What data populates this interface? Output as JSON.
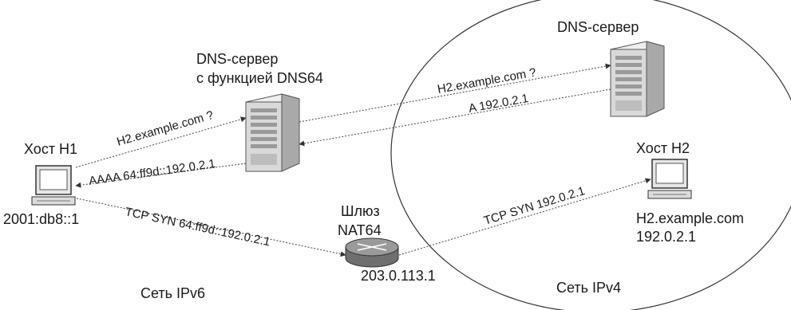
{
  "networks": {
    "ipv6_label": "Сеть IPv6",
    "ipv4_label": "Сеть IPv4"
  },
  "dns64": {
    "title_line1": "DNS-сервер",
    "title_line2": "с функцией DNS64"
  },
  "dns_server": {
    "title": "DNS-сервер"
  },
  "host1": {
    "title": "Хост H1",
    "address": "2001:db8::1"
  },
  "host2": {
    "title": "Хост H2",
    "name": "H2.example.com",
    "address": "192.0.2.1"
  },
  "gateway": {
    "title_line1": "Шлюз",
    "title_line2": "NAT64",
    "address": "203.0.113.1"
  },
  "messages": {
    "h1_query": "H2.example.com ?",
    "h1_reply": "AAAA 64:ff9d::192.0.2.1",
    "dns_query": "H2.example.com ?",
    "dns_reply": "A 192.0.2.1",
    "syn_v6": "TCP SYN 64:ff9d::192.0.2.1",
    "syn_v4": "TCP SYN 192.0.2.1"
  },
  "colors": {
    "line": "#444444",
    "server_body": "#d9d9d9",
    "router": "#8a8a8a"
  }
}
